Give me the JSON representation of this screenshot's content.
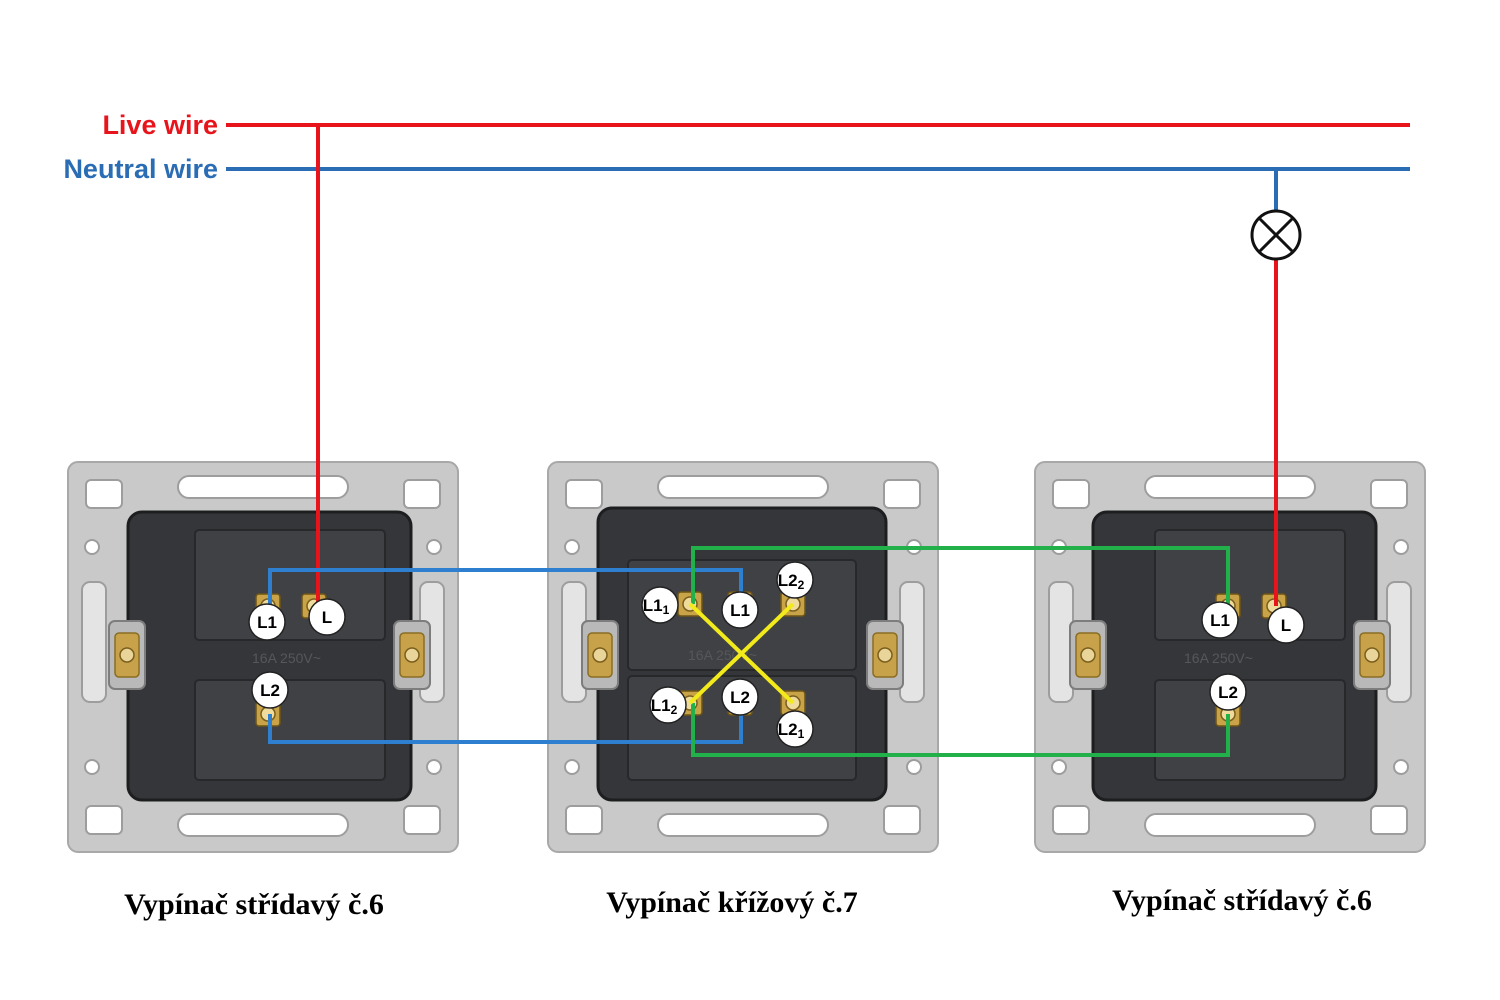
{
  "wires": {
    "live_label": "Live wire",
    "neutral_label": "Neutral wire"
  },
  "colors": {
    "live": "#e8141c",
    "neutral": "#2a6db4",
    "traveler_blue": "#2f7fd0",
    "traveler_green": "#22b04b",
    "cross_yellow": "#f2ea1a",
    "frame": "#c9c9c9",
    "body": "#343639"
  },
  "icons": {
    "lamp": "lamp-x-icon",
    "terminal": "screw-terminal-icon"
  },
  "switches": [
    {
      "caption": "Vypínač střídavý č.6",
      "rating": "16A 250V~",
      "terminals": [
        {
          "main": "L1",
          "sub": ""
        },
        {
          "main": "L",
          "sub": ""
        },
        {
          "main": "L2",
          "sub": ""
        }
      ]
    },
    {
      "caption": "Vypínač křížový č.7",
      "rating": "16A 250V~",
      "terminals": [
        {
          "main": "L1",
          "sub": "1"
        },
        {
          "main": "L1",
          "sub": ""
        },
        {
          "main": "L2",
          "sub": "2"
        },
        {
          "main": "L1",
          "sub": "2"
        },
        {
          "main": "L2",
          "sub": ""
        },
        {
          "main": "L2",
          "sub": "1"
        }
      ]
    },
    {
      "caption": "Vypínač střídavý č.6",
      "rating": "16A 250V~",
      "terminals": [
        {
          "main": "L1",
          "sub": ""
        },
        {
          "main": "L",
          "sub": ""
        },
        {
          "main": "L2",
          "sub": ""
        }
      ]
    }
  ]
}
